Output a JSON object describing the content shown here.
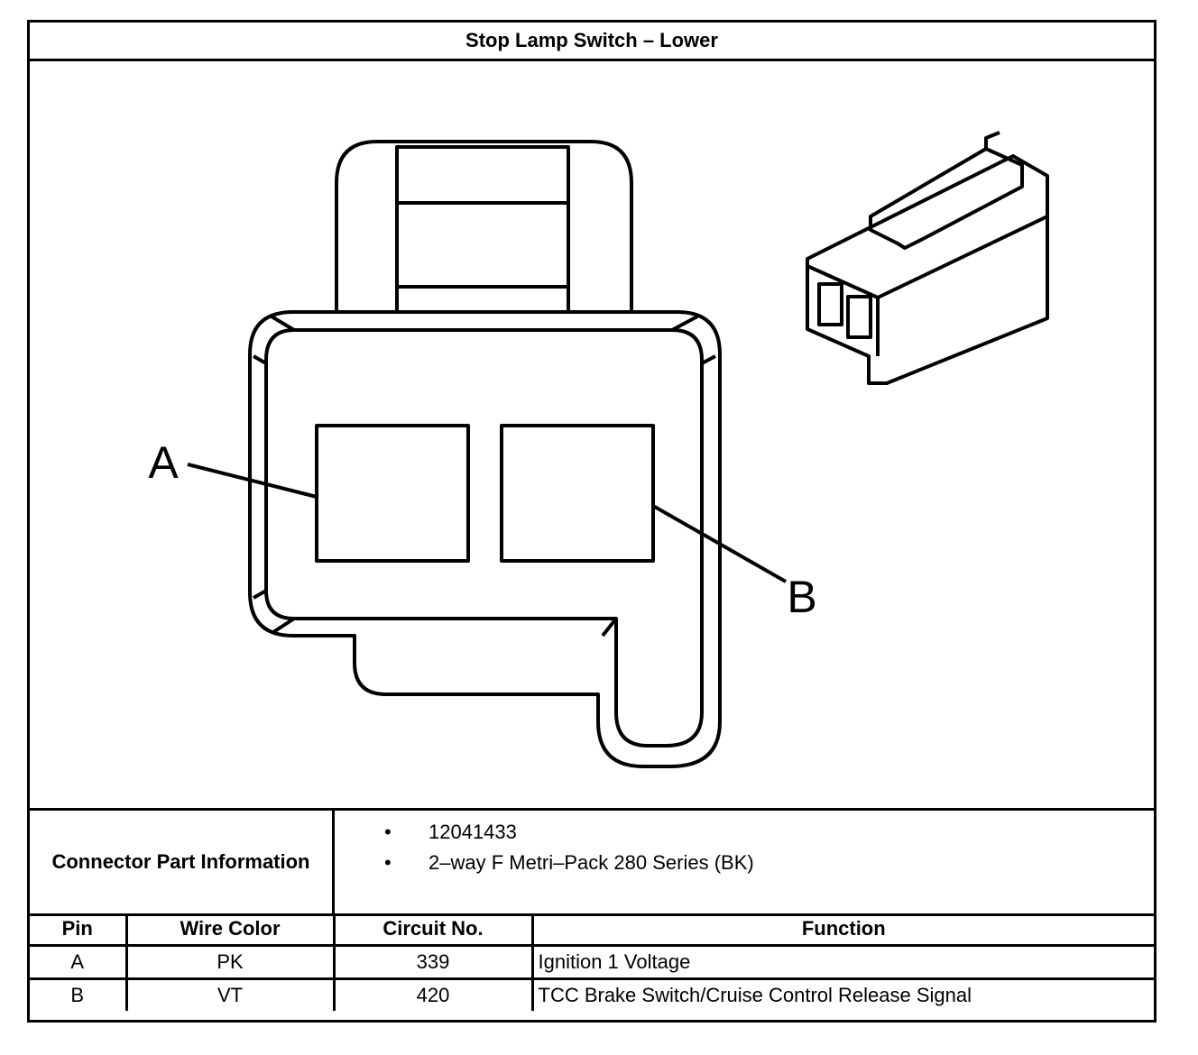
{
  "title": "Stop Lamp Switch – Lower",
  "diagram": {
    "pin_label_a": "A",
    "pin_label_b": "B"
  },
  "connector_info": {
    "label": "Connector Part Information",
    "items": [
      "12041433",
      "2–way F Metri–Pack 280 Series (BK)"
    ],
    "bullet": "•"
  },
  "pin_table": {
    "headers": [
      "Pin",
      "Wire Color",
      "Circuit No.",
      "Function"
    ],
    "rows": [
      {
        "pin": "A",
        "wire_color": "PK",
        "circuit": "339",
        "function": "Ignition 1 Voltage"
      },
      {
        "pin": "B",
        "wire_color": "VT",
        "circuit": "420",
        "function": "TCC Brake Switch/Cruise Control Release Signal"
      }
    ]
  }
}
